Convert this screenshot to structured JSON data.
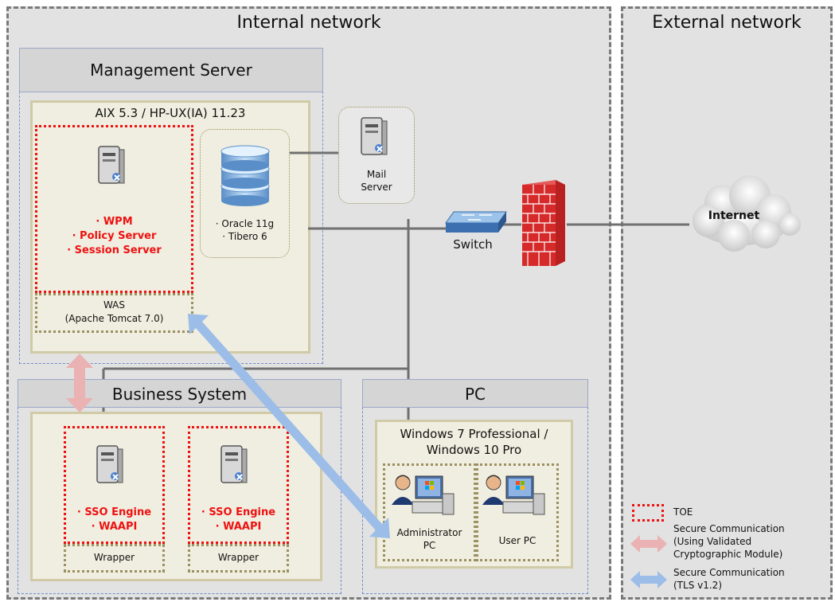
{
  "zones": {
    "internal": "Internal network",
    "external": "External network"
  },
  "management": {
    "title": "Management Server",
    "os": "AIX 5.3 / HP-UX(IA) 11.23",
    "toe_lines": [
      "· WPM",
      "· Policy Server",
      "· Session Server"
    ],
    "was_line1": "WAS",
    "was_line2": "(Apache Tomcat 7.0)",
    "db_lines": [
      "· Oracle 11g",
      "· Tibero 6"
    ]
  },
  "mail": {
    "line1": "Mail",
    "line2": "Server"
  },
  "switch": {
    "label": "Switch"
  },
  "internet": {
    "label": "Internet"
  },
  "business": {
    "title": "Business System",
    "engine1": [
      "· SSO Engine",
      "· WAAPI"
    ],
    "engine2": [
      "· SSO Engine",
      "· WAAPI"
    ],
    "wrapper1": "Wrapper",
    "wrapper2": "Wrapper"
  },
  "pc": {
    "title": "PC",
    "os_line1": "Windows 7 Professional /",
    "os_line2": "Windows 10 Pro",
    "admin_line1": "Administrator",
    "admin_line2": "PC",
    "user": "User PC"
  },
  "legend": {
    "toe": "TOE",
    "pink_line1": "Secure Communication",
    "pink_line2": "(Using Validated",
    "pink_line3": "Cryptographic Module)",
    "blue_line1": "Secure Communication",
    "blue_line2": "(TLS v1.2)"
  },
  "colors": {
    "toe_border": "#ee1111",
    "pink_arrow": "#eab2b2",
    "blue_arrow": "#9cbde8",
    "line": "#707070"
  }
}
